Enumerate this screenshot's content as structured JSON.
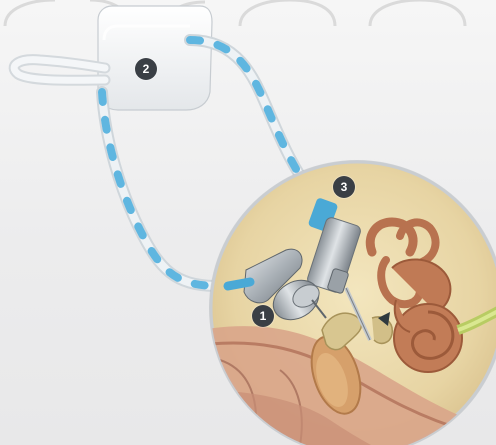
{
  "callouts": [
    {
      "id": "implant",
      "label": "1"
    },
    {
      "id": "device",
      "label": "2"
    },
    {
      "id": "tube",
      "label": "3"
    }
  ],
  "colors": {
    "tube_stripe": "#5fb6e0",
    "tube_body": "#e9eef2",
    "magnifier_bg": "#ecdcb1",
    "cochlea": "#b8724f",
    "badge": "#3a3f45"
  },
  "icons": {
    "watermark": "arched-logo-watermark"
  }
}
